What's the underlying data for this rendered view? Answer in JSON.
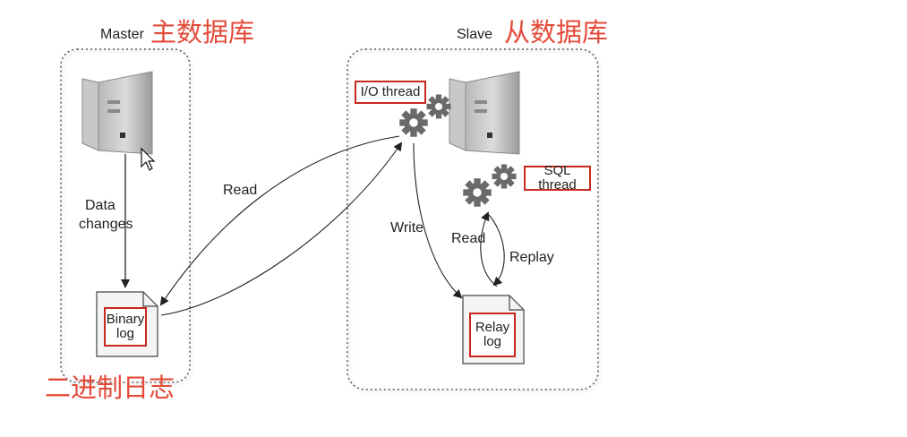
{
  "master": {
    "title": "Master",
    "title_cn": "主数据库",
    "data_changes_line1": "Data",
    "data_changes_line2": "changes",
    "binary_log_line1": "Binary",
    "binary_log_line2": "log",
    "binary_log_cn": "二进制日志"
  },
  "slave": {
    "title": "Slave",
    "title_cn": "从数据库",
    "io_thread": "I/O thread",
    "sql_thread": "SQL thread",
    "relay_log_line1": "Relay",
    "relay_log_line2": "log"
  },
  "arrows": {
    "read_master": "Read",
    "write": "Write",
    "read_slave": "Read",
    "replay": "Replay"
  },
  "bottom_caption": "",
  "colors": {
    "annotation_red": "#e44a3a",
    "box_border_red": "#c8281e",
    "gear_grey": "#6a6a6a",
    "server_grey": "#9a9a9a"
  },
  "icons": {
    "server": "server-icon",
    "gear": "gear-icon",
    "document": "document-icon",
    "cursor": "mouse-cursor-icon"
  }
}
